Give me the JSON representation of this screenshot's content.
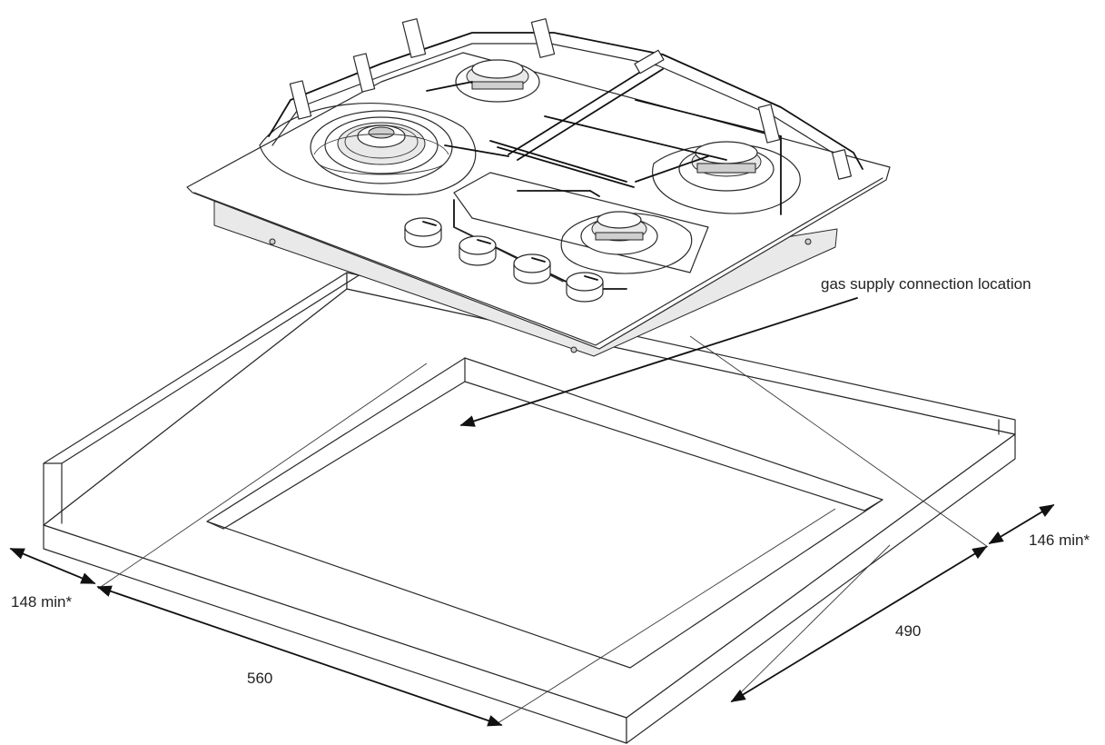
{
  "labels": {
    "gas_supply": "gas supply connection location",
    "dim_left_min": "148 min*",
    "dim_right_min": "146 min*",
    "dim_width": "560",
    "dim_depth": "490"
  }
}
